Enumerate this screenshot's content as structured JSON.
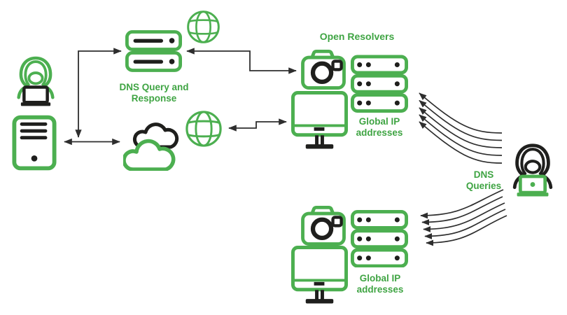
{
  "diagram": {
    "type": "network-diagram",
    "subject": "DNS amplification attack via open resolvers"
  },
  "colors": {
    "green": "#4caf50",
    "text_green": "#3fa443",
    "dark": "#1f1f1d",
    "arrow": "#2e2e2e",
    "background": "#ffffff"
  },
  "labels": {
    "dns_query_response": {
      "line1": "DNS Query and",
      "line2": "Response"
    },
    "open_resolvers": "Open Resolvers",
    "global_ip_top": {
      "line1": "Global IP",
      "line2": "addresses"
    },
    "global_ip_bottom": {
      "line1": "Global IP",
      "line2": "addresses"
    },
    "dns_queries": {
      "line1": "DNS",
      "line2": "Queries"
    }
  },
  "icons": {
    "attacker_left": "hacker-with-laptop-icon",
    "attacker_tower": "computer-tower-icon",
    "dns_server": "server-stack-icon",
    "internet_top": "globe-icon",
    "cloud": "cloud-icon",
    "internet_middle": "globe-icon",
    "resolver_camera_top": "camera-icon",
    "resolver_rack_top": "server-rack-icon",
    "resolver_monitor_top": "monitor-icon",
    "resolver_camera_bottom": "camera-icon",
    "resolver_rack_bottom": "server-rack-icon",
    "resolver_monitor_bottom": "monitor-icon",
    "attacker_right": "hacker-with-laptop-icon"
  }
}
